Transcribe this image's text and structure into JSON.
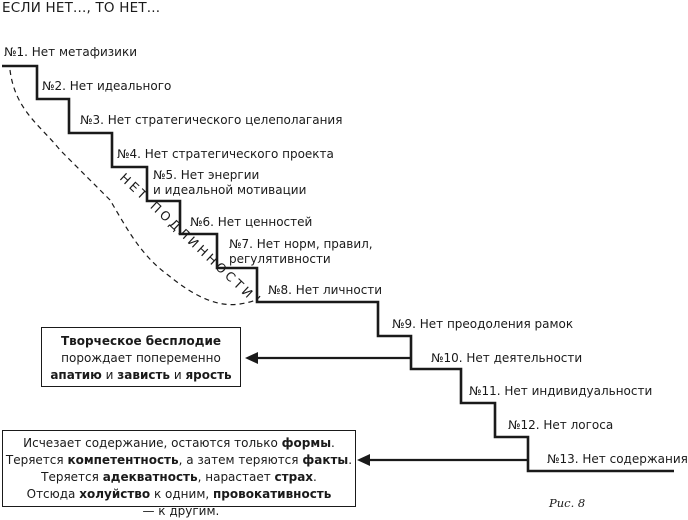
{
  "title": "ЕСЛИ НЕТ..., ТО НЕТ...",
  "steps": [
    {
      "label": "№1. Нет метафизики"
    },
    {
      "label": "№2. Нет идеального"
    },
    {
      "label": "№3. Нет стратегического целеполагания"
    },
    {
      "label": "№4. Нет стратегического проекта"
    },
    {
      "label": "№5. Нет энергии\nи идеальной мотивации"
    },
    {
      "label": "№6. Нет ценностей"
    },
    {
      "label": "№7. Нет норм, правил,\nрегулятивности"
    },
    {
      "label": "№8. Нет личности"
    },
    {
      "label": "№9. Нет преодоления рамок"
    },
    {
      "label": "№10. Нет деятельности"
    },
    {
      "label": "№11. Нет индивидуальности"
    },
    {
      "label": "№12. Нет логоса"
    },
    {
      "label": "№13. Нет содержания"
    }
  ],
  "diagonal_label": "НЕТ ПОДЛИННОСТИ",
  "box_upper": {
    "line1_bold": "Творческое бесплодие",
    "line2": "порождает попеременно",
    "line3_b1": "апатию",
    "line3_t1": " и ",
    "line3_b2": "зависть",
    "line3_t2": " и ",
    "line3_b3": "ярость"
  },
  "box_lower": {
    "l1_t1": "Исчезает содержание, остаются только ",
    "l1_b1": "формы",
    "l1_t2": ".",
    "l2_t1": "Теряется ",
    "l2_b1": "компетентность",
    "l2_t2": ", а затем теряются ",
    "l2_b2": "факты",
    "l2_t3": ".",
    "l3_t1": "Теряется ",
    "l3_b1": "адекватность",
    "l3_t2": ", нарастает ",
    "l3_b2": "страх",
    "l3_t3": ".",
    "l4_t1": "Отсюда ",
    "l4_b1": "холуйство",
    "l4_t2": " к одним, ",
    "l4_b2": "провокативность",
    "l4_t3": " — к другим."
  },
  "figure_caption": "Рис. 8"
}
